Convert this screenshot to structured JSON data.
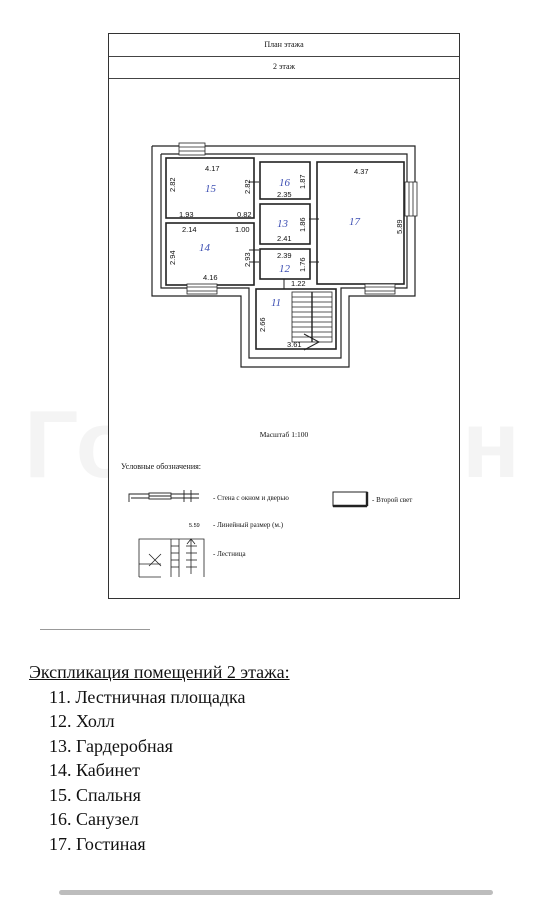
{
  "plan": {
    "title": "План этажа",
    "floor": "2 этаж",
    "scale": "Масштаб 1:100",
    "rooms": [
      "11",
      "12",
      "13",
      "14",
      "15",
      "16",
      "17"
    ],
    "dims": {
      "d417": "4.17",
      "d282a": "2.82",
      "d282b": "2.82",
      "d193": "1.93",
      "d082": "0.82",
      "d214": "2.14",
      "d100": "1.00",
      "d294": "2.94",
      "d293": "2.93",
      "d416": "4.16",
      "d187": "1.87",
      "d235": "2.35",
      "d186": "1.86",
      "d241": "2.41",
      "d239": "2.39",
      "d176": "1.76",
      "d122": "1.22",
      "d437": "4.37",
      "d589": "5.89",
      "d266": "2.66",
      "d361": "3.61"
    }
  },
  "legend": {
    "title": "Условные обозначения:",
    "wall": "- Стена с окном и дверью",
    "second_light": "- Второй свет",
    "dimension_sample": "5.59",
    "dimension": "- Линейный размер (м.)",
    "stairs": "- Лестница"
  },
  "watermark": "ГорОбмен",
  "explication": {
    "title": "Экспликация помещений 2 этажа:",
    "items": [
      "11. Лестничная площадка",
      "12. Холл",
      "13. Гардеробная",
      "14. Кабинет",
      "15. Спальня",
      "16. Санузел",
      "17. Гостиная"
    ]
  }
}
